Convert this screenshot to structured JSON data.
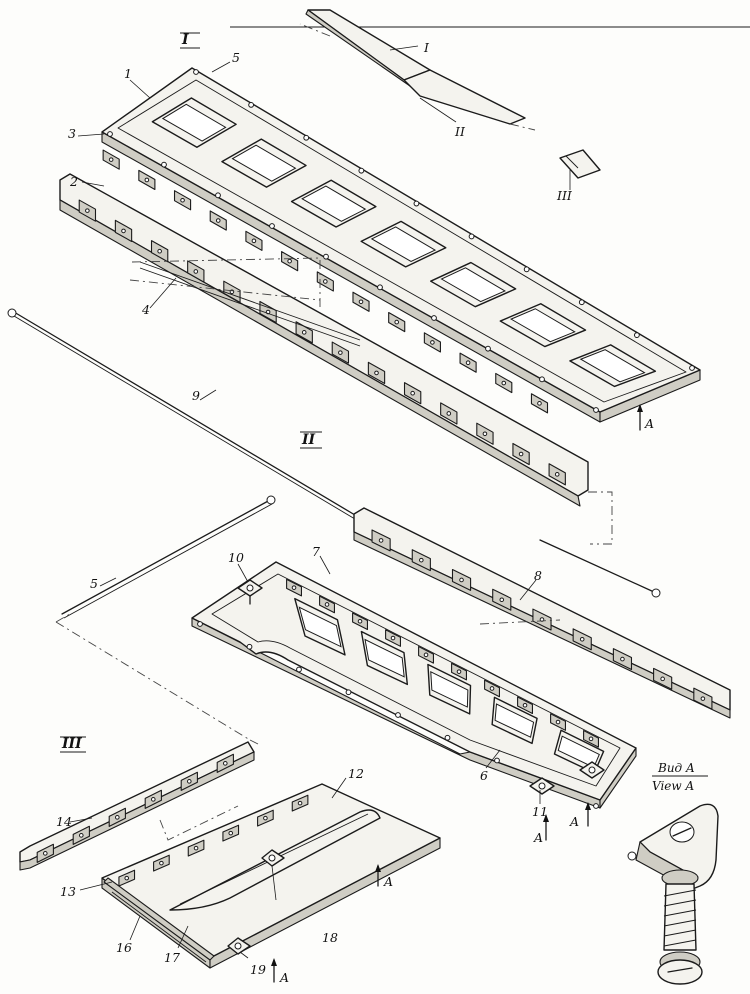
{
  "sections": {
    "section_1": "I",
    "section_2": "II",
    "section_3": "III"
  },
  "parts": {
    "p1": "1",
    "p2": "2",
    "p3": "3",
    "p4": "4",
    "p5_top": "5",
    "p5": "5",
    "p6": "6",
    "p7": "7",
    "p8": "8",
    "p9": "9",
    "p10": "10",
    "p11": "11",
    "p12": "12",
    "p13": "13",
    "p14": "14",
    "p16": "16",
    "p17": "17",
    "p18": "18",
    "p19": "19"
  },
  "arrows": {
    "a_top": "A",
    "a_mid1": "A",
    "a_mid2": "A",
    "a_low1": "A",
    "a_low2": "A"
  },
  "view": {
    "ru": "Вид A",
    "en": "View A"
  },
  "key": {
    "k1": "I",
    "k2": "II",
    "k3": "III"
  }
}
